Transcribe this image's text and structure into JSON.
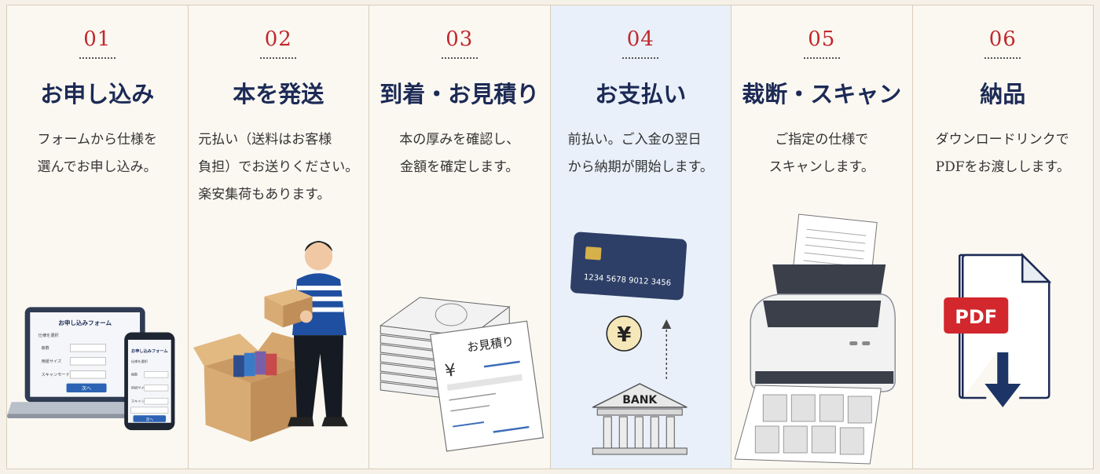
{
  "steps": [
    {
      "number": "01",
      "title": "お申し込み",
      "desc": "フォームから仕様を\n選んでお申し込み。",
      "form": {
        "laptop_title": "お申し込みフォーム",
        "laptop_label": "仕様を選択",
        "laptop_fields": [
          "冊数",
          "用紙サイズ",
          "スキャンモード"
        ],
        "laptop_button": "次へ",
        "phone_title": "お申し込みフォーム",
        "phone_label": "仕様を選択",
        "phone_fields": [
          "冊数",
          "用紙サイズ",
          "スキャンモード",
          ""
        ],
        "phone_button": "次へ"
      }
    },
    {
      "number": "02",
      "title": "本を発送",
      "desc": "元払い（送料はお客様\n負担）でお送りください。\n楽安集荷もあります。"
    },
    {
      "number": "03",
      "title": "到着・お見積り",
      "desc": "本の厚みを確認し、\n金額を確定します。",
      "estimate_title": "お見積り",
      "yen": "¥"
    },
    {
      "number": "04",
      "title": "お支払い",
      "desc": "前払い。ご入金の翌日\nから納期が開始します。",
      "card_number": "1234  5678  9012  3456",
      "yen": "¥",
      "bank_label": "BANK"
    },
    {
      "number": "05",
      "title": "裁断・スキャン",
      "desc": "ご指定の仕様で\nスキャンします。"
    },
    {
      "number": "06",
      "title": "納品",
      "desc": "ダウンロードリンクで\nPDFをお渡しします。",
      "pdf_label": "PDF"
    }
  ],
  "colors": {
    "number_red": "#c0282c",
    "title_navy": "#1c2a55",
    "highlight_bg": "#e9f0f9",
    "pdf_red": "#d2272c"
  }
}
